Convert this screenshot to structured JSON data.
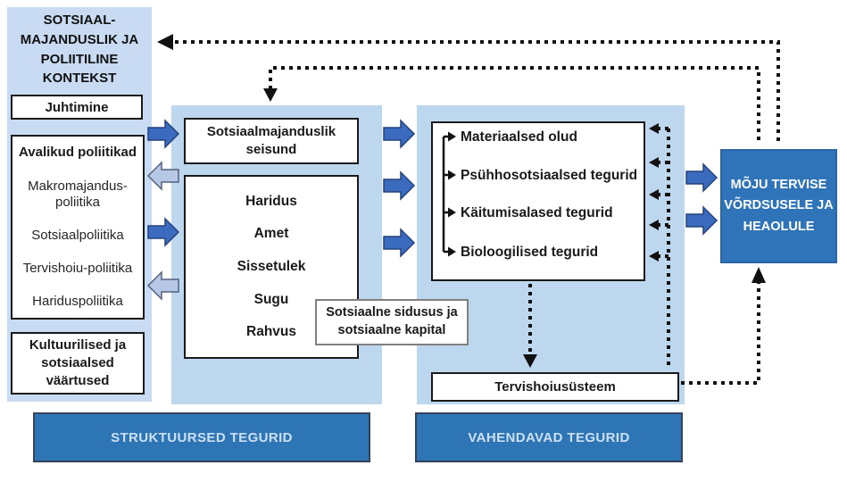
{
  "palette": {
    "context_panel_blue": "#c9dbf2",
    "panel_light_blue": "#bdd7ee",
    "impact_box_blue": "#2f74b8",
    "footer_bar_blue": "#2e75b6",
    "flow_arrow_blue": "#3a6bbf",
    "feedback_arrow_light_blue": "#b7c8e6",
    "dotted_line_black": "#111111"
  },
  "context_panel": {
    "title": "SOTSIAAL-MAJANDUSLIK JA POLIITILINE KONTEKST",
    "governance_box": "Juhtimine",
    "policies_box": {
      "heading": "Avalikud poliitikad",
      "items": [
        "Makromajandus-poliitika",
        "Sotsiaalpoliitika",
        "Tervishoiu-poliitika",
        "Hariduspoliitika"
      ]
    },
    "values_box": "Kultuurilised ja sotsiaalsed väärtused"
  },
  "structural_panel": {
    "ses_box": "Sotsiaalmajanduslik seisund",
    "stratifiers": [
      "Haridus",
      "Amet",
      "Sissetulek",
      "Sugu",
      "Rahvus"
    ],
    "footer": "STRUKTUURSED TEGURID"
  },
  "cohesion_box": {
    "label": "Sotsiaalne sidusus ja sotsiaalne kapital"
  },
  "intermediary_panel": {
    "factors": [
      "Materiaalsed olud",
      "Psühhosotsiaalsed tegurid",
      "Käitumisalased tegurid",
      "Bioloogilised tegurid"
    ],
    "health_system_box": "Tervishoiusüsteem",
    "footer": "VAHENDAVAD TEGURID"
  },
  "impact_box": {
    "label": "MÕJU TERVISE VÕRDSUSELE JA HEAOLULE"
  }
}
